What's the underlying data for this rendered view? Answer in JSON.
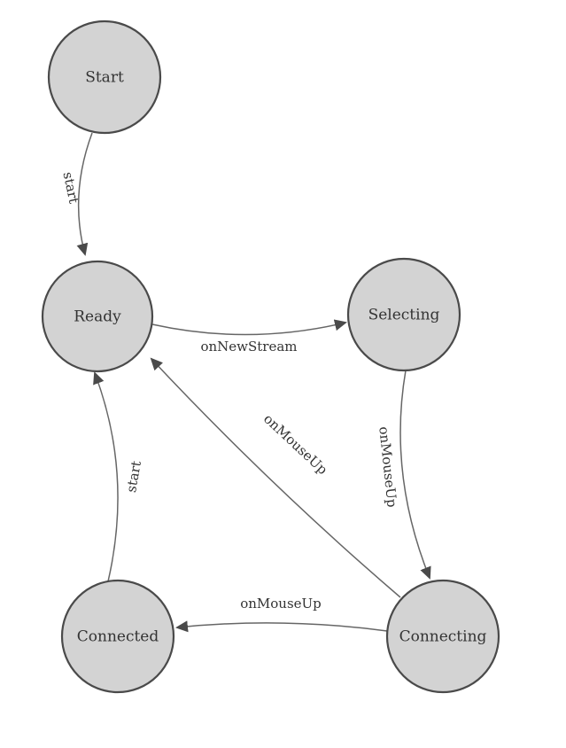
{
  "diagram": {
    "type": "state-machine",
    "colors": {
      "background": "#ffffff",
      "node_fill": "#d3d3d3",
      "node_stroke": "#4a4a4a",
      "edge_stroke": "#666666",
      "arrow_fill": "#4a4a4a",
      "text": "#333333"
    },
    "nodes": [
      {
        "id": "start",
        "label": "Start"
      },
      {
        "id": "ready",
        "label": "Ready"
      },
      {
        "id": "selecting",
        "label": "Selecting"
      },
      {
        "id": "connecting",
        "label": "Connecting"
      },
      {
        "id": "connected",
        "label": "Connected"
      }
    ],
    "edges": [
      {
        "from": "start",
        "to": "ready",
        "label": "start"
      },
      {
        "from": "ready",
        "to": "selecting",
        "label": "onNewStream"
      },
      {
        "from": "selecting",
        "to": "connecting",
        "label": "onMouseUp"
      },
      {
        "from": "connecting",
        "to": "ready",
        "label": "onMouseUp"
      },
      {
        "from": "connecting",
        "to": "connected",
        "label": "onMouseUp"
      },
      {
        "from": "connected",
        "to": "ready",
        "label": "start"
      }
    ]
  }
}
